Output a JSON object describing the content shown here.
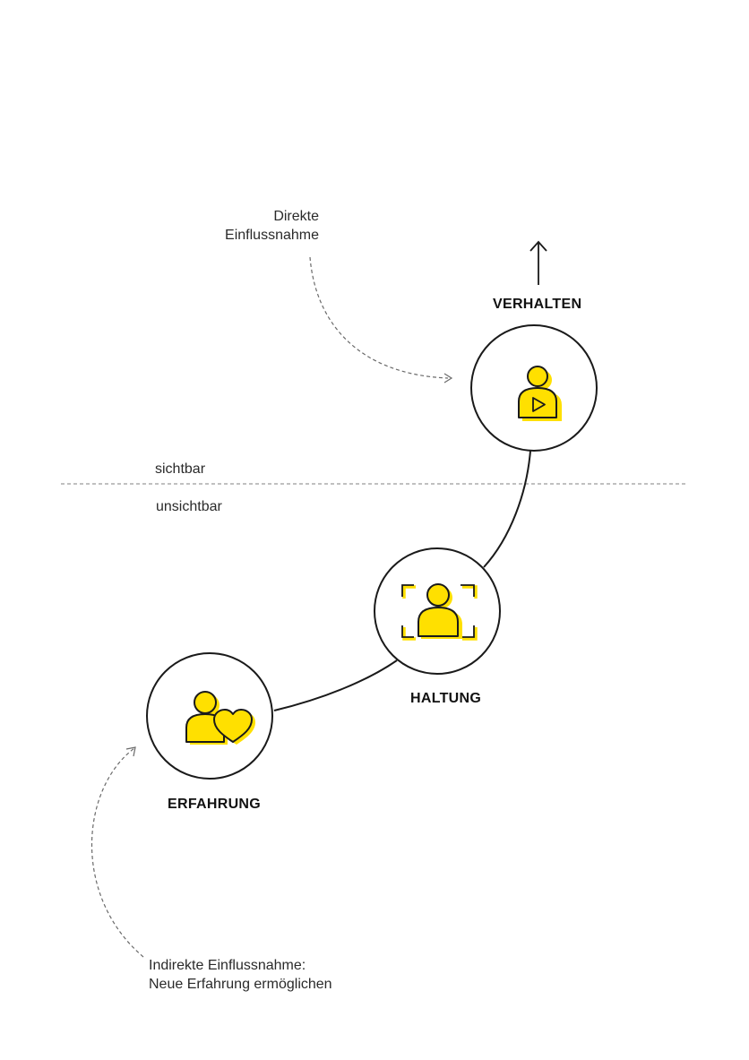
{
  "annotations": {
    "direct_line1": "Direkte",
    "direct_line2": "Einflussnahme",
    "indirect_line1": "Indirekte Einflussnahme:",
    "indirect_line2": "Neue Erfahrung ermöglichen"
  },
  "divider": {
    "above_label": "sichtbar",
    "below_label": "unsichtbar"
  },
  "nodes": {
    "verhalten": {
      "label": "VERHALTEN",
      "icon": "person-play-icon"
    },
    "haltung": {
      "label": "HALTUNG",
      "icon": "person-focus-icon"
    },
    "erfahrung": {
      "label": "ERFAHRUNG",
      "icon": "person-heart-icon"
    }
  },
  "colors": {
    "accent": "#FFE000",
    "stroke": "#1a1a1a",
    "dashed": "#9a9a9a"
  }
}
